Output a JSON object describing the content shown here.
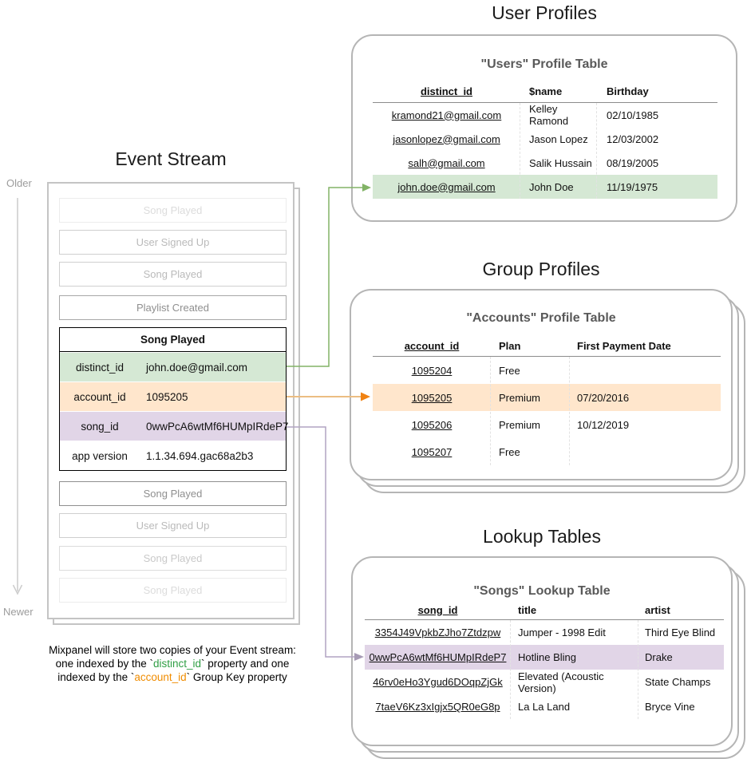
{
  "titles": {
    "event_stream": "Event Stream",
    "user_profiles": "User Profiles",
    "group_profiles": "Group Profiles",
    "lookup_tables": "Lookup Tables"
  },
  "timeline": {
    "older": "Older",
    "newer": "Newer"
  },
  "event_stream": {
    "events_above": [
      "Song Played",
      "User Signed Up",
      "Song Played",
      "Playlist Created"
    ],
    "expanded_event": {
      "name": "Song Played",
      "properties": [
        {
          "key": "distinct_id",
          "value": "john.doe@gmail.com",
          "highlight": "green"
        },
        {
          "key": "account_id",
          "value": "1095205",
          "highlight": "orange"
        },
        {
          "key": "song_id",
          "value": "0wwPcA6wtMf6HUMpIRdeP7",
          "highlight": "purple"
        },
        {
          "key": "app version",
          "value": "1.1.34.694.gac68a2b3",
          "highlight": "none"
        }
      ]
    },
    "events_below": [
      "Song Played",
      "User Signed Up",
      "Song Played",
      "Song Played"
    ]
  },
  "user_table": {
    "title": "\"Users\" Profile Table",
    "columns": [
      "distinct_id",
      "$name",
      "Birthday"
    ],
    "rows": [
      {
        "distinct_id": "kramond21@gmail.com",
        "name": "Kelley Ramond",
        "birthday": "02/10/1985"
      },
      {
        "distinct_id": "jasonlopez@gmail.com",
        "name": "Jason Lopez",
        "birthday": "12/03/2002"
      },
      {
        "distinct_id": "salh@gmail.com",
        "name": "Salik Hussain",
        "birthday": "08/19/2005"
      },
      {
        "distinct_id": "john.doe@gmail.com",
        "name": "John Doe",
        "birthday": "11/19/1975"
      }
    ],
    "highlighted_row_index": 3
  },
  "group_table": {
    "title": "\"Accounts\" Profile Table",
    "columns": [
      "account_id",
      "Plan",
      "First Payment Date"
    ],
    "rows": [
      {
        "account_id": "1095204",
        "plan": "Free",
        "first_payment_date": ""
      },
      {
        "account_id": "1095205",
        "plan": "Premium",
        "first_payment_date": "07/20/2016"
      },
      {
        "account_id": "1095206",
        "plan": "Premium",
        "first_payment_date": "10/12/2019"
      },
      {
        "account_id": "1095207",
        "plan": "Free",
        "first_payment_date": ""
      }
    ],
    "highlighted_row_index": 1
  },
  "lookup_table": {
    "title": "\"Songs\" Lookup Table",
    "columns": [
      "song_id",
      "title",
      "artist"
    ],
    "rows": [
      {
        "song_id": "3354J49VpkbZJho7Ztdzpw",
        "title": "Jumper - 1998 Edit",
        "artist": "Third Eye Blind"
      },
      {
        "song_id": "0wwPcA6wtMf6HUMpIRdeP7",
        "title": "Hotline Bling",
        "artist": "Drake"
      },
      {
        "song_id": "46rv0eHo3Ygud6DOqpZjGk",
        "title": "Elevated (Acoustic Version)",
        "artist": "State Champs"
      },
      {
        "song_id": "7taeV6Kz3xIgjx5QR0eG8p",
        "title": "La La Land",
        "artist": "Bryce Vine"
      }
    ],
    "highlighted_row_index": 1
  },
  "caption": {
    "line1": "Mixpanel will store two copies of your Event stream:",
    "line2": [
      "one indexed by the `",
      "distinct_id",
      "` property and one"
    ],
    "line3": [
      "indexed by the `",
      "account_id",
      "` Group Key property"
    ]
  },
  "colors": {
    "distinct_id_highlight": "#d5e8d4",
    "account_id_highlight": "#ffe6cc",
    "song_id_highlight": "#e1d5e7",
    "green_arrow": "#82b366",
    "orange_arrow_line": "#ecbd82",
    "orange_arrow_head": "#f08213",
    "purple_arrow": "#b1a3c2",
    "caption_distinct_id_text": "#2f9e44",
    "caption_account_id_text": "#f08c00"
  }
}
